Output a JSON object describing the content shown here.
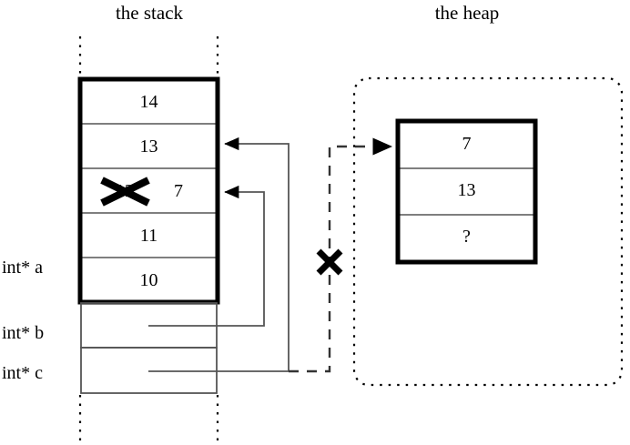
{
  "diagram": {
    "title_stack": "the stack",
    "title_heap": "the heap",
    "ink_color": "#000000",
    "rule_color": "#555555",
    "background": "#ffffff"
  },
  "stack": {
    "label": "the stack",
    "array_cells": [
      {
        "value": "14"
      },
      {
        "value": "13"
      },
      {
        "value": "12",
        "struck_out": true,
        "replacement": "7"
      },
      {
        "value": "11"
      },
      {
        "value": "10"
      }
    ],
    "pointer_rows": [
      {
        "name": "int* a",
        "value": ""
      },
      {
        "name": "int* b",
        "value": ""
      },
      {
        "name": "int* c",
        "value": ""
      }
    ]
  },
  "heap": {
    "label": "the heap",
    "cells": [
      {
        "value": "7"
      },
      {
        "value": "13"
      },
      {
        "value": "?"
      }
    ]
  },
  "annotations": {
    "cross_out_cell_marker": "x-mark",
    "cross_out_pointer_marker": "x-mark"
  }
}
